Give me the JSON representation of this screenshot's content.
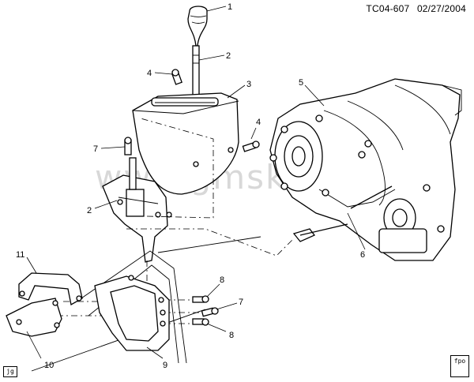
{
  "header": {
    "figure_id": "TC04-607",
    "date": "02/27/2004"
  },
  "watermark": "www.gmsk.ru",
  "corner_left_label": "jg",
  "corner_right_label": "fpo",
  "callouts": {
    "c1": "1",
    "c2a": "2",
    "c2b": "2",
    "c3": "3",
    "c4a": "4",
    "c4b": "4",
    "c5": "5",
    "c6": "6",
    "c7a": "7",
    "c7b": "7",
    "c8a": "8",
    "c8b": "8",
    "c9": "9",
    "c10": "10",
    "c11": "11"
  }
}
